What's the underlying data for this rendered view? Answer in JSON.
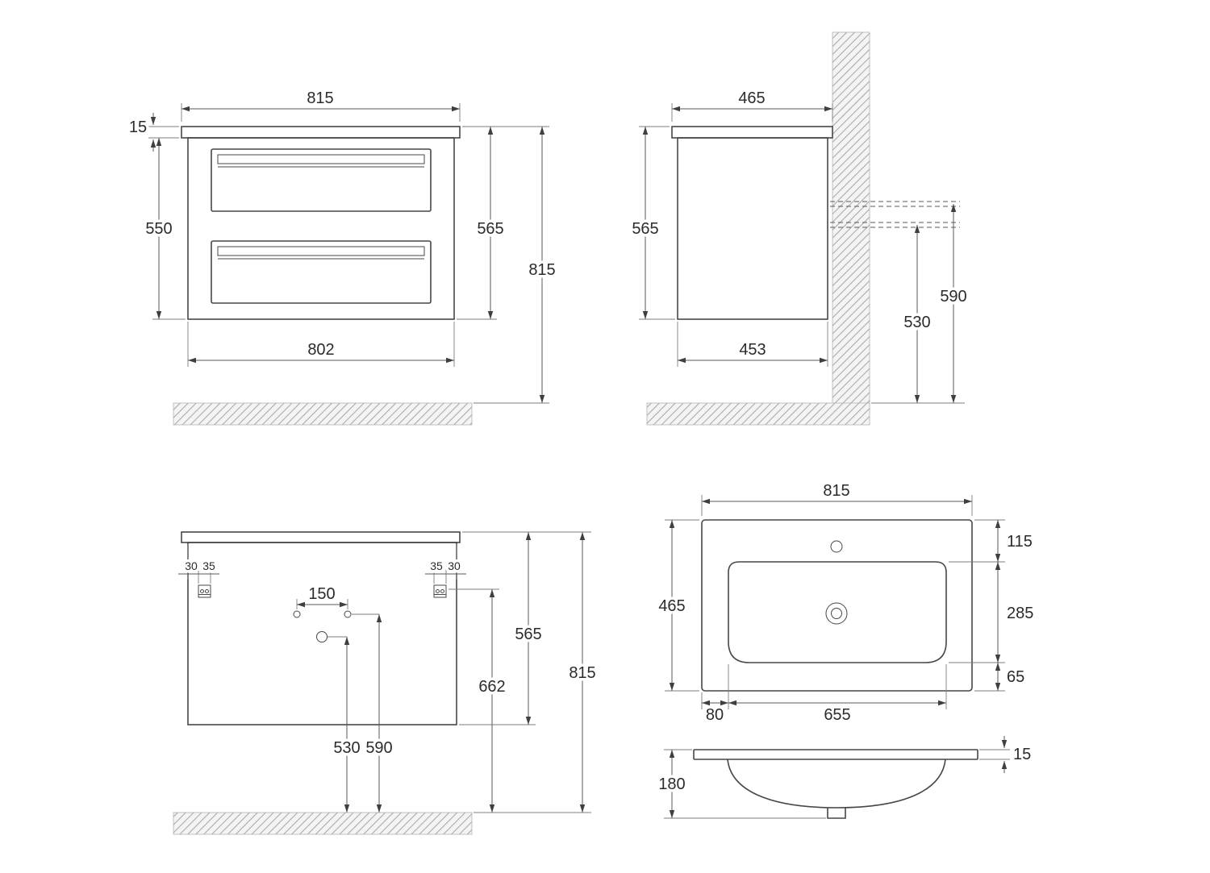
{
  "views": {
    "front": {
      "top_width": "815",
      "top_thickness": "15",
      "carcass_height": "550",
      "overall_height": "565",
      "mount_height": "815",
      "carcass_width": "802"
    },
    "side": {
      "top_depth": "465",
      "overall_height": "565",
      "carcass_depth": "453",
      "rail_lower_height": "530",
      "rail_upper_height": "590"
    },
    "rear": {
      "left_edge_offset": "30",
      "left_bracket_width": "35",
      "right_bracket_width": "35",
      "right_edge_offset": "30",
      "hole_spacing": "150",
      "overall_height": "565",
      "bracket_floor_height": "662",
      "mount_height": "815",
      "hole_lower_height": "530",
      "hole_upper_height": "590"
    },
    "basin_top": {
      "width": "815",
      "depth": "465",
      "back_rim": "115",
      "bowl_depth": "285",
      "front_rim": "65",
      "left_rim": "80",
      "bowl_width": "655"
    },
    "basin_profile": {
      "rim_thickness": "15",
      "total_depth": "180"
    }
  }
}
